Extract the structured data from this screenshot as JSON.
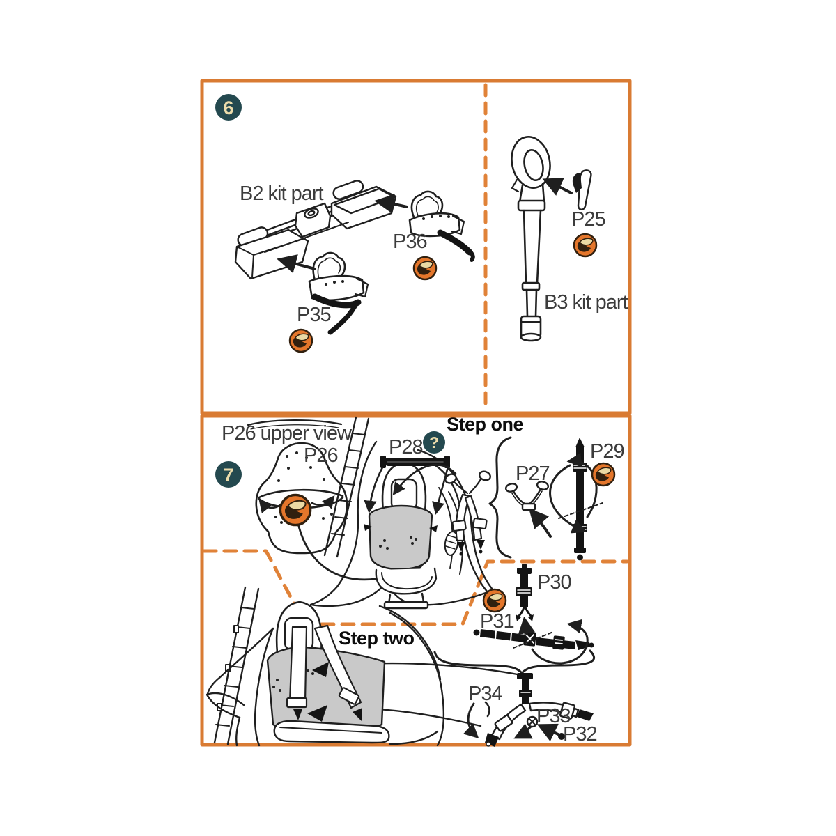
{
  "sheet": {
    "step6": {
      "number": "6",
      "left_diagram": {
        "kit_part": "B2 kit part",
        "resin_parts": [
          "P35",
          "P36"
        ]
      },
      "right_diagram": {
        "kit_part": "B3 kit part",
        "resin_parts": [
          "P25"
        ]
      }
    },
    "step7": {
      "number": "7",
      "upper_view_label": "P26 upper view",
      "question_mark": "?",
      "sub_step_one": "Step one",
      "sub_step_two": "Step two",
      "resin_parts": [
        "P26",
        "P27",
        "P28",
        "P29",
        "P30",
        "P31",
        "P32",
        "P33",
        "P34"
      ]
    }
  },
  "labels": {
    "b2_kit_part": "B2 kit part",
    "b3_kit_part": "B3 kit part",
    "p25": "P25",
    "p26": "P26",
    "p26_upper_view": "P26 upper view",
    "p27": "P27",
    "p28": "P28",
    "p29": "P29",
    "p30": "P30",
    "p31": "P31",
    "p32": "P32",
    "p33": "P33",
    "p34": "P34",
    "p35": "P35",
    "p36": "P36",
    "step_one": "Step one",
    "step_two": "Step two"
  },
  "colors": {
    "panel_border_orange": "#d97b33",
    "dashed_orange": "#e08238",
    "resin_badge_orange": "#e4762b",
    "resin_block_cream": "#ead9a4",
    "step_badge_teal": "#24494f",
    "badge_text_cream": "#ecdcab",
    "line_art": "#1f1f1f",
    "seat_cushion_gray": "#c9c9c9"
  }
}
